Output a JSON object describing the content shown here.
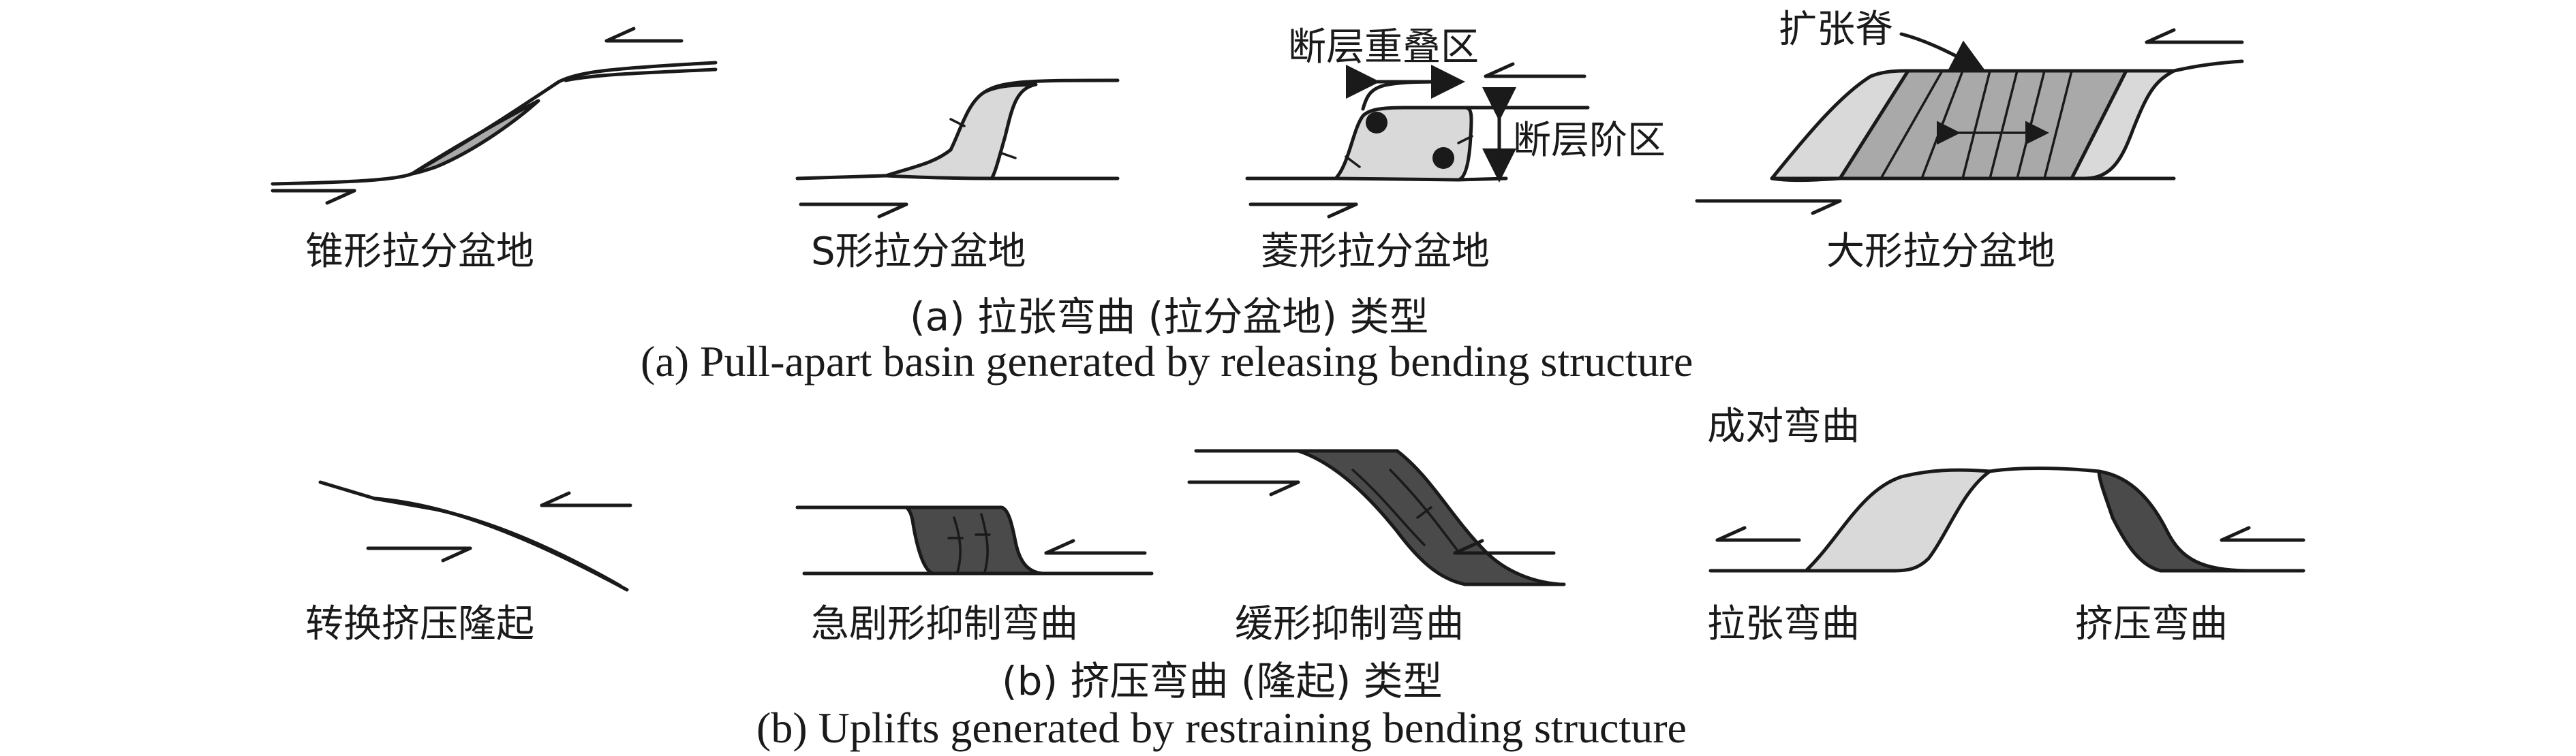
{
  "section_a": {
    "items": [
      {
        "label": "锥形拉分盆地"
      },
      {
        "label": "S形拉分盆地"
      },
      {
        "label": "菱形拉分盆地"
      },
      {
        "label": "大形拉分盆地"
      }
    ],
    "annotations": {
      "fault_overlap": "断层重叠区",
      "fault_step": "断层阶区",
      "spreading_ridge": "扩张脊"
    },
    "caption_cn": "(a) 拉张弯曲 (拉分盆地) 类型",
    "caption_en": "(a) Pull-apart basin generated by releasing bending structure"
  },
  "section_b": {
    "items": [
      {
        "label": "转换挤压隆起"
      },
      {
        "label": "急剧形抑制弯曲"
      },
      {
        "label": "缓形抑制弯曲"
      },
      {
        "label": "拉张弯曲"
      },
      {
        "label": "挤压弯曲"
      }
    ],
    "annotations": {
      "paired_bend": "成对弯曲"
    },
    "caption_cn": "(b) 挤压弯曲 (隆起) 类型",
    "caption_en": "(b) Uplifts generated by restraining bending structure"
  },
  "colors": {
    "light_fill": "#d9d9d9",
    "mid_fill": "#a9a9a9",
    "dark_fill": "#4a4a4a",
    "line": "#1a1a1a"
  }
}
